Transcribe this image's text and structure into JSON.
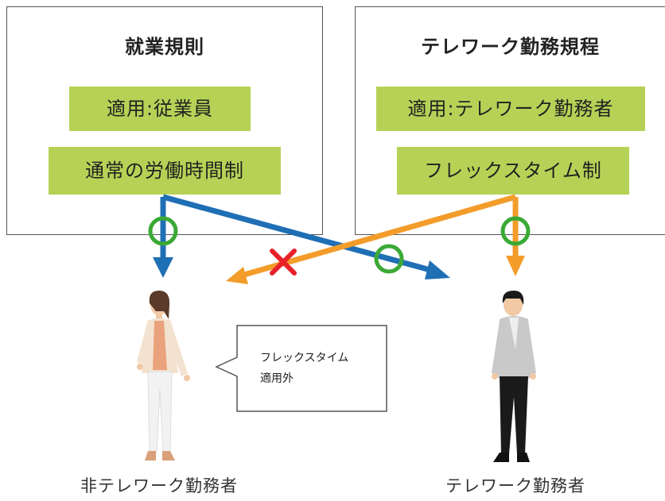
{
  "left_panel": {
    "title": "就業規則",
    "scope": "適用:従業員",
    "system": "通常の労働時間制"
  },
  "right_panel": {
    "title": "テレワーク勤務規程",
    "scope": "適用:テレワーク勤務者",
    "system": "フレックスタイム制"
  },
  "speech_bubble": {
    "line1": "フレックスタイム",
    "line2": "適用外"
  },
  "people": {
    "left_label": "非テレワーク勤務者",
    "right_label": "テレワーク勤務者"
  },
  "colors": {
    "blue_arrow": "#1f6fb5",
    "orange_arrow": "#f39c2a",
    "ok_circle": "#3aa935",
    "ng_cross": "#e8202a",
    "tag_green": "#b6d256"
  }
}
